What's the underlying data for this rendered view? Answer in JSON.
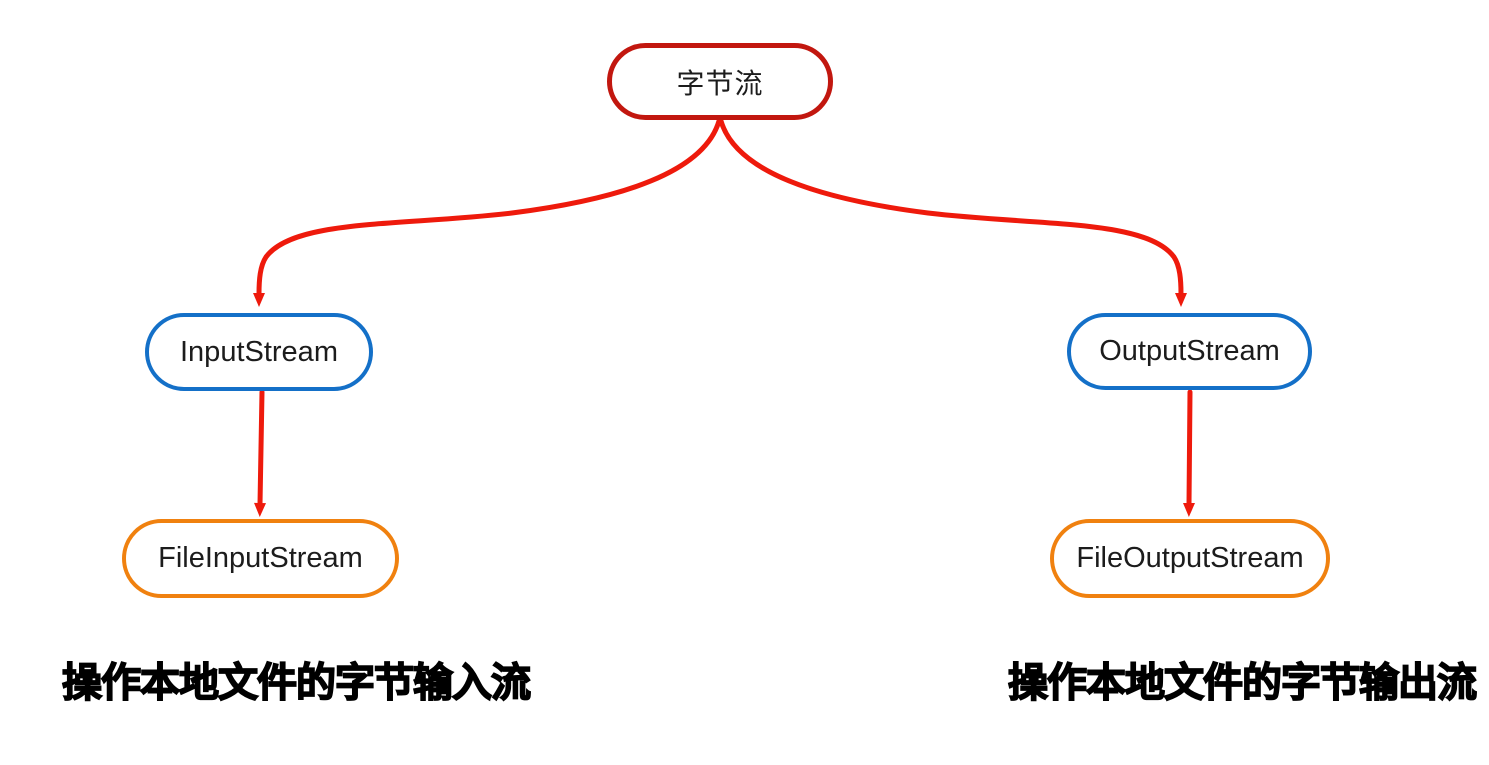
{
  "diagram": {
    "root": {
      "label": "字节流",
      "border_color": "#c2170f"
    },
    "children": {
      "input_stream": {
        "label": "InputStream",
        "border_color": "#1470c8"
      },
      "output_stream": {
        "label": "OutputStream",
        "border_color": "#1470c8"
      },
      "file_input_stream": {
        "label": "FileInputStream",
        "border_color": "#f0810f"
      },
      "file_output_stream": {
        "label": "FileOutputStream",
        "border_color": "#f0810f"
      }
    },
    "edges": [
      {
        "from": "字节流",
        "to": "InputStream"
      },
      {
        "from": "字节流",
        "to": "OutputStream"
      },
      {
        "from": "InputStream",
        "to": "FileInputStream"
      },
      {
        "from": "OutputStream",
        "to": "FileOutputStream"
      }
    ],
    "arrow_color": "#ee1a0c",
    "text_color": "#1c1c1c",
    "captions": {
      "left": "操作本地文件的字节输入流",
      "right": "操作本地文件的字节输出流"
    }
  }
}
